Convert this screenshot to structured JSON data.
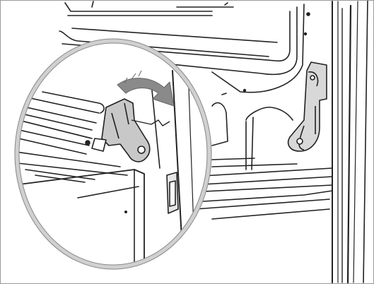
{
  "colors": {
    "line": "#222222",
    "light_line": "#555555",
    "gray_fill": "#c8c8c8",
    "arrow_fill": "#8a8a8a",
    "magnifier_ring": "#d0d0d0",
    "background": "#ffffff"
  },
  "illustration": {
    "subject": "oven-door-hinge-lock",
    "parts": [
      "oven-cavity-frame",
      "door-hinge",
      "hinge-lever",
      "magnified-detail-view",
      "rotation-arrow"
    ]
  }
}
